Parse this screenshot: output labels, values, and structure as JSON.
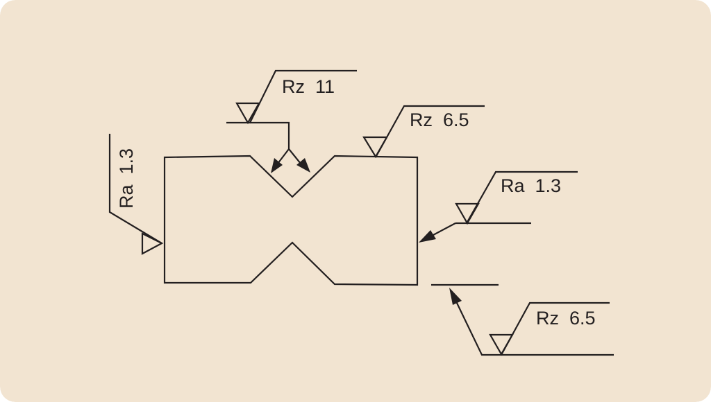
{
  "colors": {
    "background": "#f2e4d1",
    "ink": "#231f20",
    "part_fill": "#ffffff"
  },
  "annotations": {
    "top_notch": "Rz  11",
    "top_right_face": "Rz  6.5",
    "left_face": "Ra  1.3",
    "right_face": "Ra  1.3",
    "bottom_face": "Rz  6.5"
  },
  "symbols": {
    "surface_finish": "triangle-surface-texture-symbol",
    "leader_arrow": "arrowhead"
  }
}
